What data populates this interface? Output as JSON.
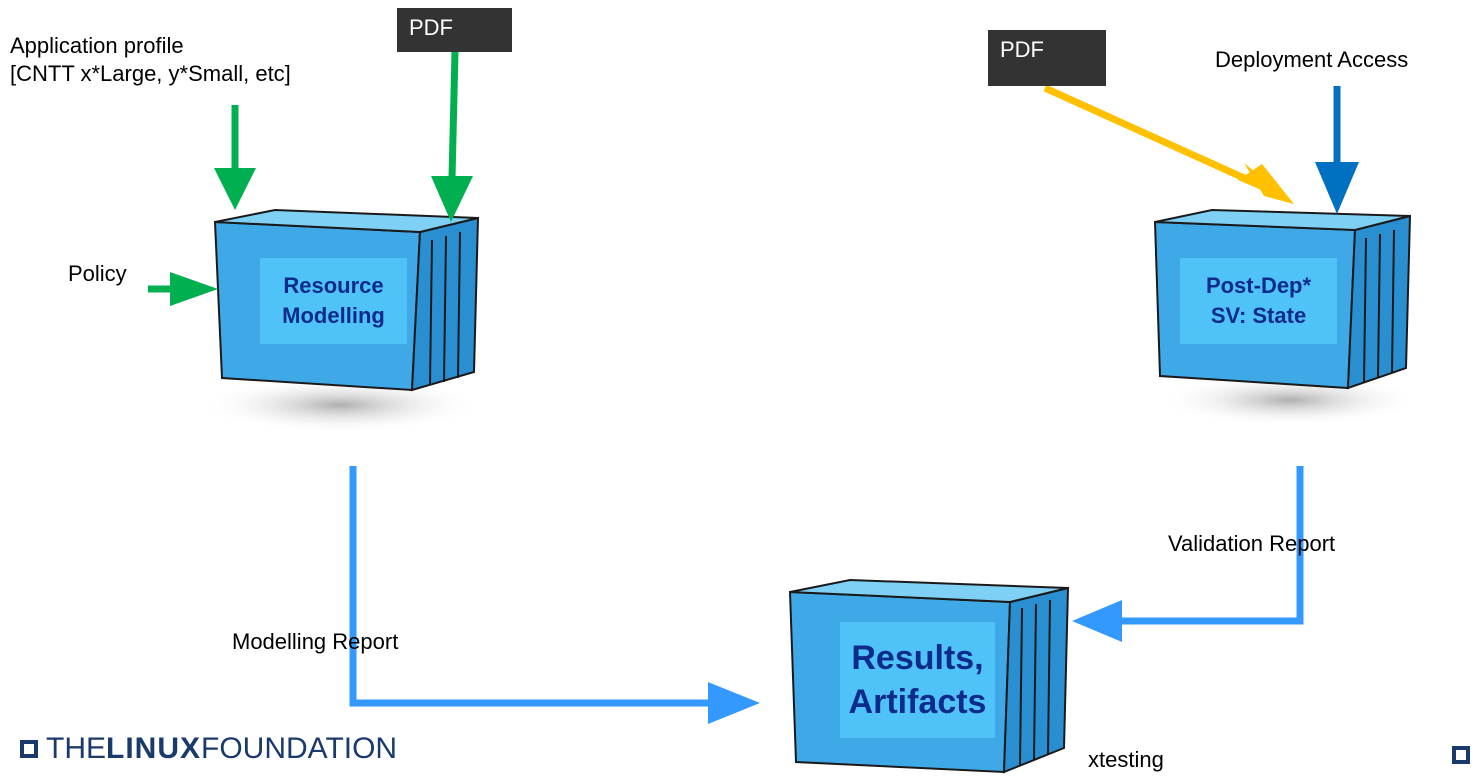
{
  "labels": {
    "app_profile_line1": "Application profile",
    "app_profile_line2": "[CNTT x*Large, y*Small, etc]",
    "policy": "Policy",
    "deployment_access": "Deployment Access",
    "modelling_report": "Modelling Report",
    "validation_report": "Validation Report",
    "xtesting": "xtesting"
  },
  "pdf_boxes": {
    "left": "PDF",
    "right": "PDF"
  },
  "containers": {
    "resource": {
      "line1": "Resource",
      "line2": "Modelling"
    },
    "postdep": {
      "line1": "Post-Dep*",
      "line2": "SV: State"
    },
    "results": {
      "line1": "Results,",
      "line2": "Artifacts"
    }
  },
  "footer": {
    "logo_the": "THE",
    "logo_linux": "LINUX",
    "logo_foundation": "FOUNDATION"
  },
  "colors": {
    "green_arrow": "#00b050",
    "orange_arrow": "#ffc000",
    "dark_blue_arrow": "#0070c0",
    "light_blue_arrow": "#3399ff",
    "container_body": "#3fa9e8",
    "container_label_bg": "#4fc3f7",
    "container_label_text": "#0d2b8c",
    "pdf_box_bg": "#333333",
    "logo_color": "#1a3a6b"
  },
  "icons": [
    "shipping-container-icon",
    "linux-foundation-logo-icon"
  ]
}
